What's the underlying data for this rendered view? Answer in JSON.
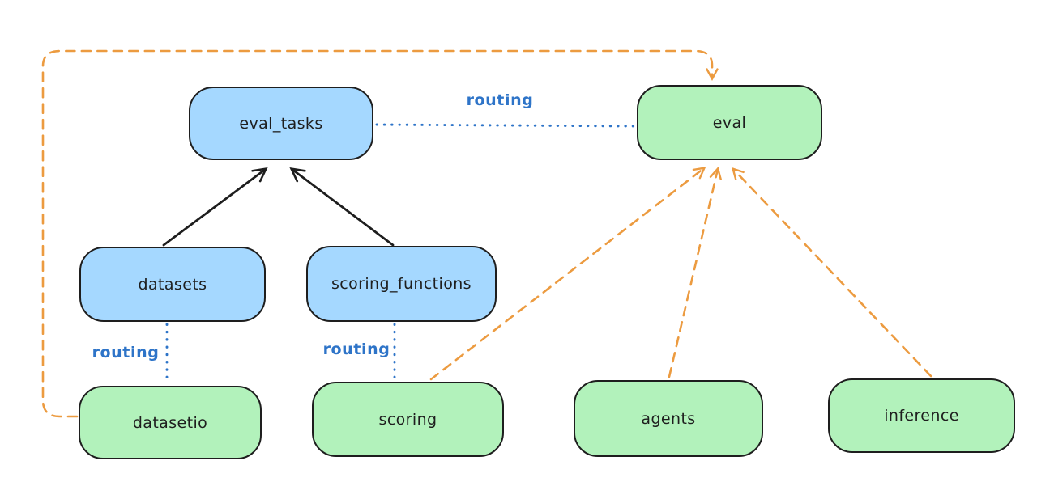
{
  "diagram": {
    "background": "#ffffff",
    "colors": {
      "blue_node_fill": "#a5d8ff",
      "green_node_fill": "#b2f2bb",
      "node_border": "#1e1e1e",
      "solid_edge": "#1e1e1e",
      "dashed_edge": "#ec9b40",
      "routing_edge": "#2e74c8"
    },
    "nodes": {
      "eval_tasks": {
        "label": "eval_tasks",
        "kind": "blue"
      },
      "eval": {
        "label": "eval",
        "kind": "green"
      },
      "datasets": {
        "label": "datasets",
        "kind": "blue"
      },
      "scoring_functions": {
        "label": "scoring_functions",
        "kind": "blue"
      },
      "datasetio": {
        "label": "datasetio",
        "kind": "green"
      },
      "scoring": {
        "label": "scoring",
        "kind": "green"
      },
      "agents": {
        "label": "agents",
        "kind": "green"
      },
      "inference": {
        "label": "inference",
        "kind": "green"
      }
    },
    "edges": [
      {
        "from": "datasets",
        "to": "eval_tasks",
        "style": "solid-arrow",
        "label": ""
      },
      {
        "from": "scoring_functions",
        "to": "eval_tasks",
        "style": "solid-arrow",
        "label": ""
      },
      {
        "from": "eval_tasks",
        "to": "eval",
        "style": "dotted",
        "label": "routing"
      },
      {
        "from": "datasets",
        "to": "datasetio",
        "style": "dotted",
        "label": "routing"
      },
      {
        "from": "scoring_functions",
        "to": "scoring",
        "style": "dotted",
        "label": "routing"
      },
      {
        "from": "datasetio",
        "to": "eval",
        "style": "dashed-arrow",
        "label": ""
      },
      {
        "from": "scoring",
        "to": "eval",
        "style": "dashed-arrow",
        "label": ""
      },
      {
        "from": "agents",
        "to": "eval",
        "style": "dashed-arrow",
        "label": ""
      },
      {
        "from": "inference",
        "to": "eval",
        "style": "dashed-arrow",
        "label": ""
      }
    ]
  }
}
